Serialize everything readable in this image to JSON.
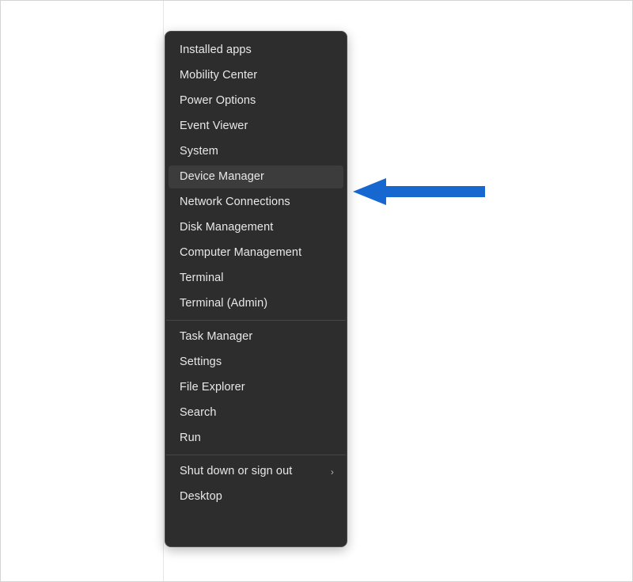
{
  "page": {
    "background_color": "#ffffff",
    "border_color": "#d4d4d4"
  },
  "menu": {
    "name": "WinX power user menu",
    "background_color": "#2d2d2d",
    "text_color": "#e8e8e8",
    "highlight_color": "#3c3c3c",
    "highlighted_item": "Device Manager",
    "groups": [
      {
        "items": [
          {
            "label": "Installed apps",
            "has_submenu": false
          },
          {
            "label": "Mobility Center",
            "has_submenu": false
          },
          {
            "label": "Power Options",
            "has_submenu": false
          },
          {
            "label": "Event Viewer",
            "has_submenu": false
          },
          {
            "label": "System",
            "has_submenu": false
          },
          {
            "label": "Device Manager",
            "has_submenu": false
          },
          {
            "label": "Network Connections",
            "has_submenu": false
          },
          {
            "label": "Disk Management",
            "has_submenu": false
          },
          {
            "label": "Computer Management",
            "has_submenu": false
          },
          {
            "label": "Terminal",
            "has_submenu": false
          },
          {
            "label": "Terminal (Admin)",
            "has_submenu": false
          }
        ]
      },
      {
        "items": [
          {
            "label": "Task Manager",
            "has_submenu": false
          },
          {
            "label": "Settings",
            "has_submenu": false
          },
          {
            "label": "File Explorer",
            "has_submenu": false
          },
          {
            "label": "Search",
            "has_submenu": false
          },
          {
            "label": "Run",
            "has_submenu": false
          }
        ]
      },
      {
        "items": [
          {
            "label": "Shut down or sign out",
            "has_submenu": true,
            "submenu_glyph": "›"
          },
          {
            "label": "Desktop",
            "has_submenu": false
          }
        ]
      }
    ]
  },
  "annotation": {
    "arrow": {
      "name": "blue-left-arrow",
      "color": "#1668d0",
      "direction": "left",
      "points_at": "Device Manager"
    }
  }
}
